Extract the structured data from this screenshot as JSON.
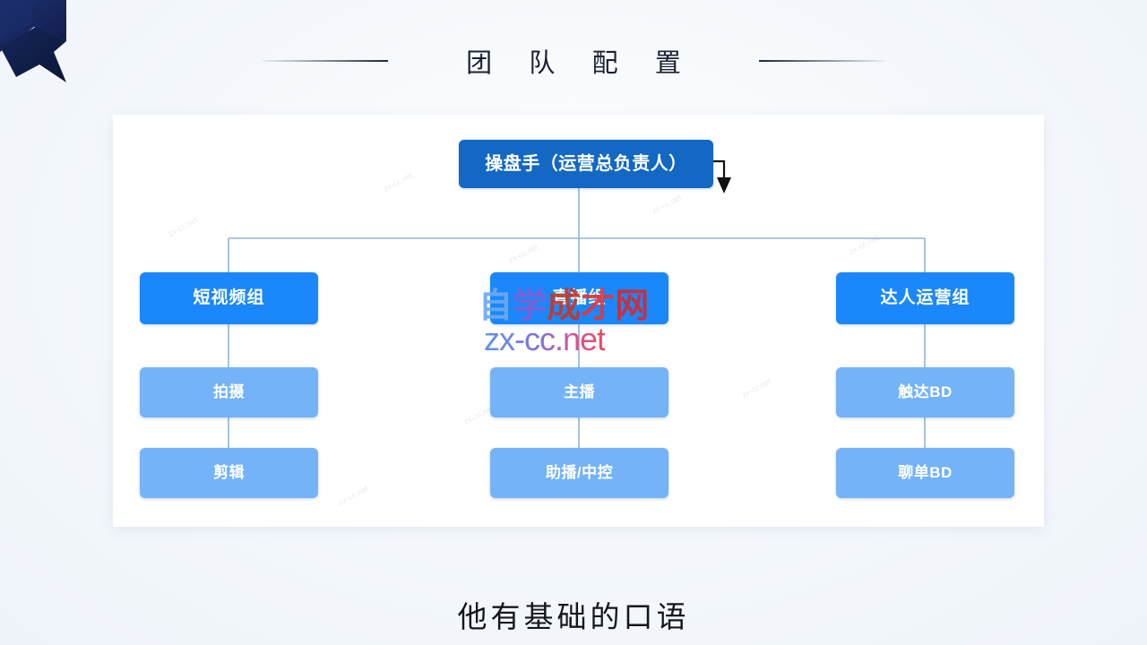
{
  "slide": {
    "title": "团 队 配 置",
    "subtitle": "他有基础的口语",
    "accent_color": "#1268c3",
    "group_color": "#1a88fa",
    "leaf_color": "#74b3f7",
    "background_color": "#f2f7fc",
    "card_color": "#ffffff",
    "connector_color": "#8fb4d6",
    "ribbon_color": "#17275e"
  },
  "org_chart": {
    "root": {
      "label": "操盘手（运营总负责人）"
    },
    "branches": [
      {
        "label": "短视频组",
        "children": [
          {
            "label": "拍摄"
          },
          {
            "label": "剪辑"
          }
        ]
      },
      {
        "label": "直播组",
        "children": [
          {
            "label": "主播"
          },
          {
            "label": "助播/中控"
          }
        ]
      },
      {
        "label": "达人运营组",
        "children": [
          {
            "label": "触达BD"
          },
          {
            "label": "聊单BD"
          }
        ]
      }
    ]
  },
  "watermark": {
    "chars": [
      "自",
      "学",
      "成",
      "才",
      "网"
    ],
    "url": "zx-cc.net",
    "tile_text": "zx-cc.net"
  }
}
